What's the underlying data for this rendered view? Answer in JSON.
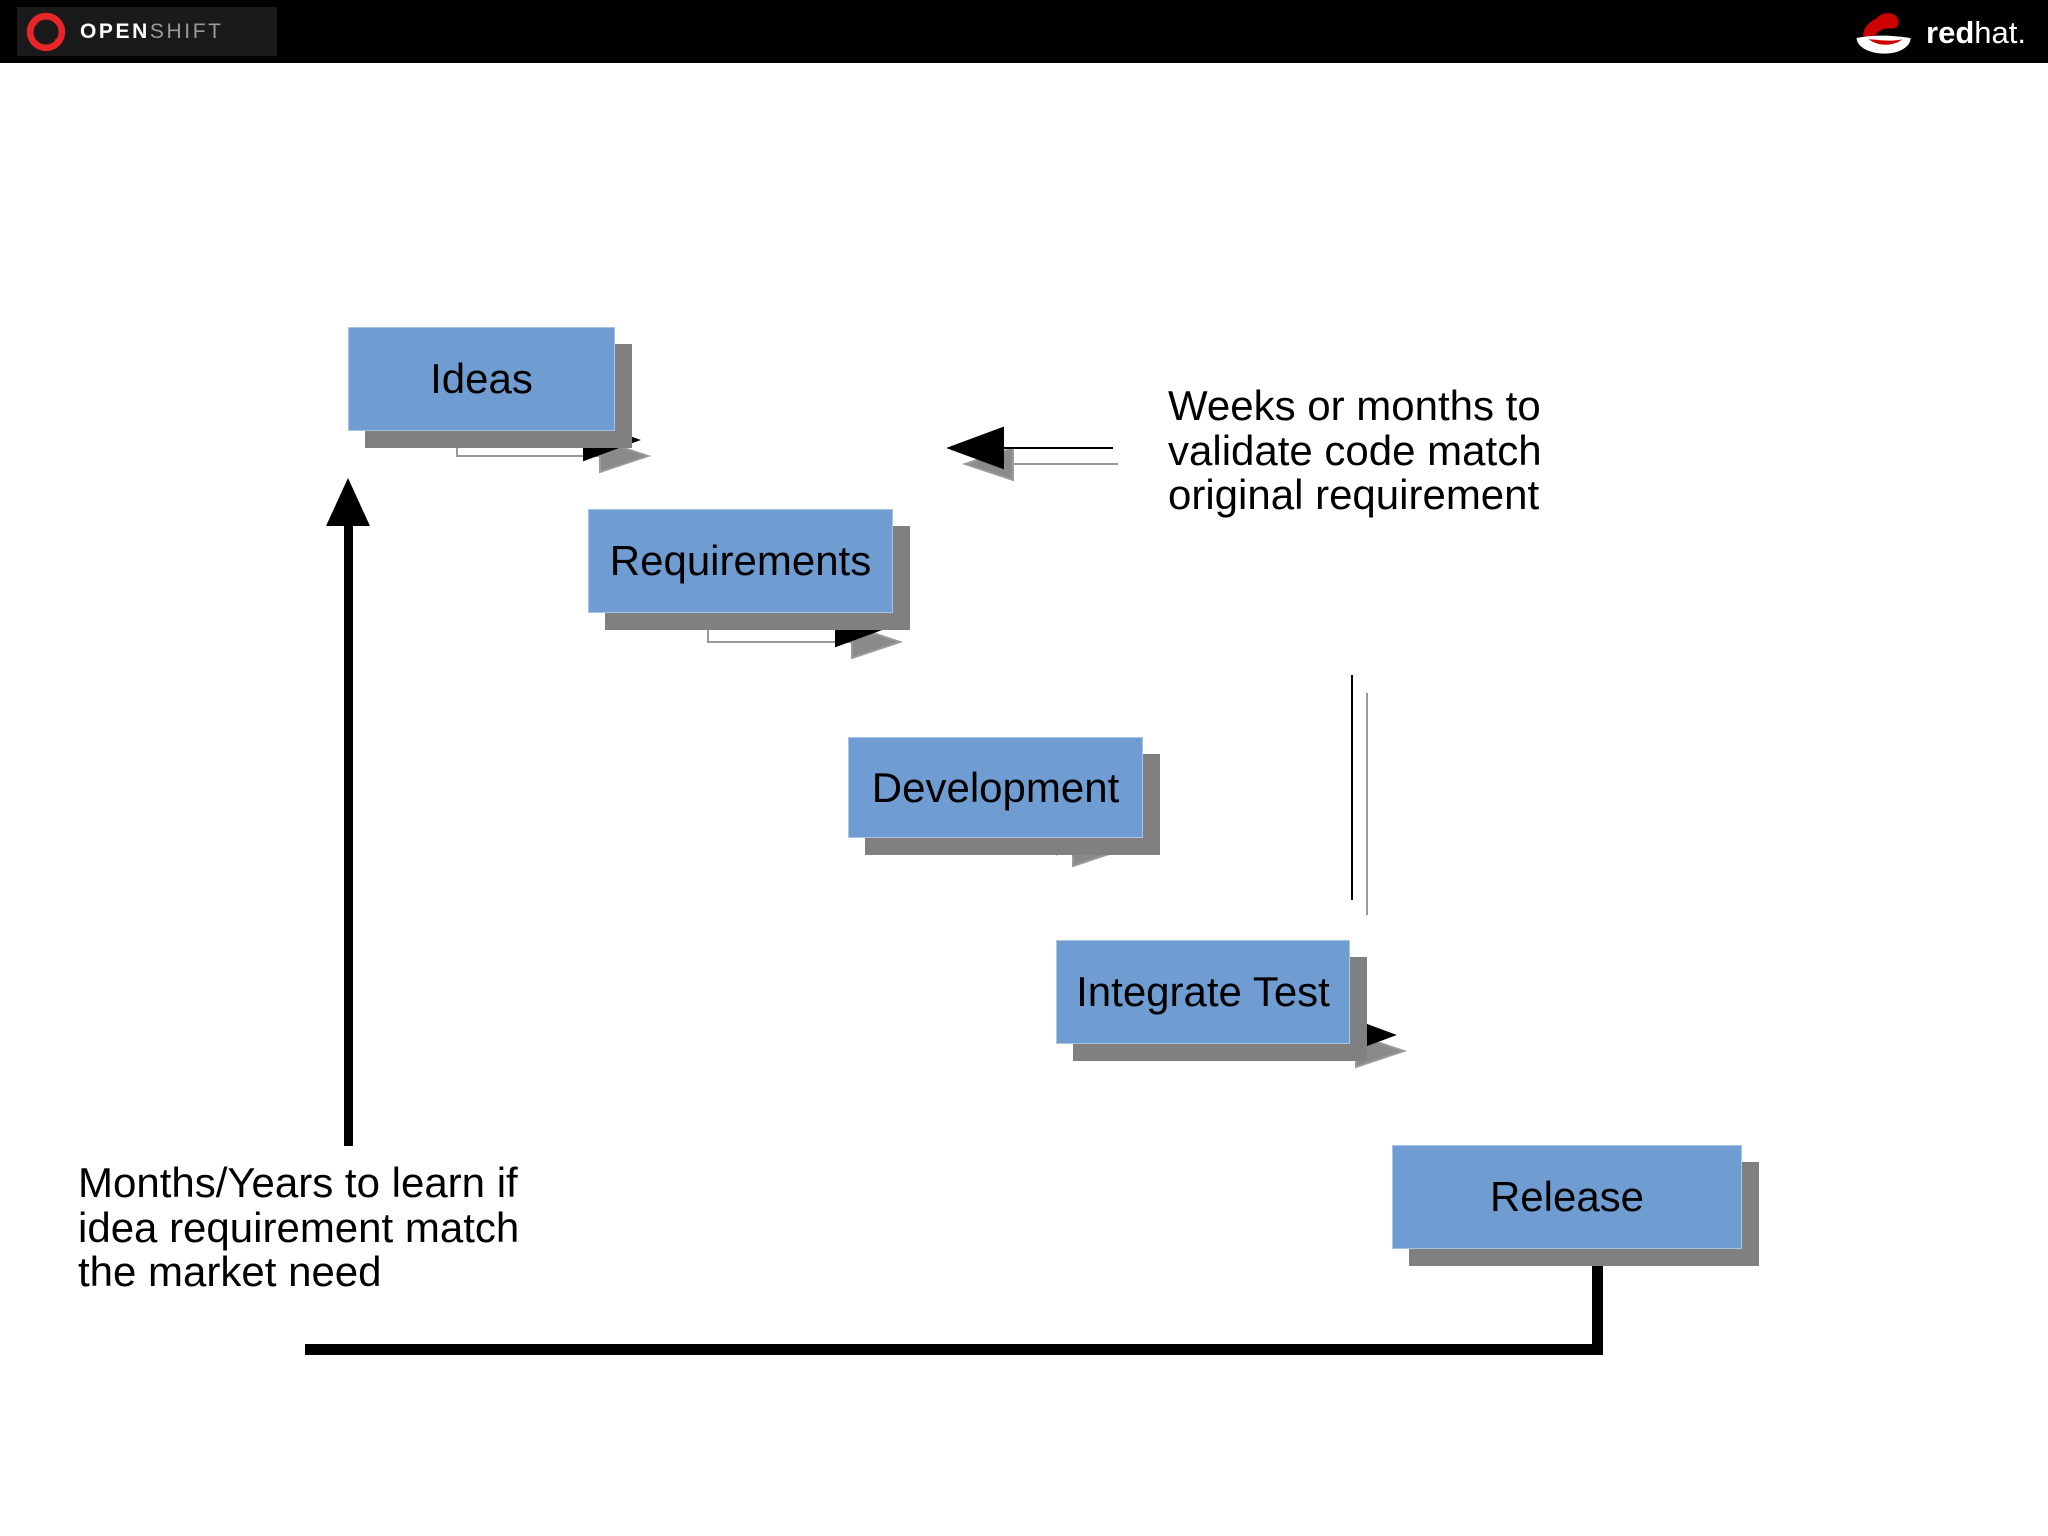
{
  "header": {
    "openshift": {
      "word_bold": "OPEN",
      "word_light": "SHIFT",
      "logo_icon": "openshift-circular-arrow-icon"
    },
    "redhat": {
      "word_bold": "red",
      "word_light": "hat.",
      "logo_icon": "redhat-fedora-icon"
    },
    "background_color": "#000000"
  },
  "diagram": {
    "type": "waterfall-process-flow",
    "stage_fill_color": "#6f9cd1",
    "stage_shadow_color": "#808080",
    "connector_color": "#000000",
    "connector_shadow_color": "#9a9a9a",
    "stages": [
      {
        "label": "Ideas"
      },
      {
        "label": "Requirements"
      },
      {
        "label": "Development"
      },
      {
        "label": "Integrate Test"
      },
      {
        "label": "Release"
      }
    ],
    "annotations": [
      {
        "id": "validate-note",
        "text": "Weeks or months to\nvalidate code match\noriginal requirement"
      },
      {
        "id": "market-note",
        "text": "Months/Years to learn if\nidea requirement match\nthe market need"
      }
    ]
  }
}
